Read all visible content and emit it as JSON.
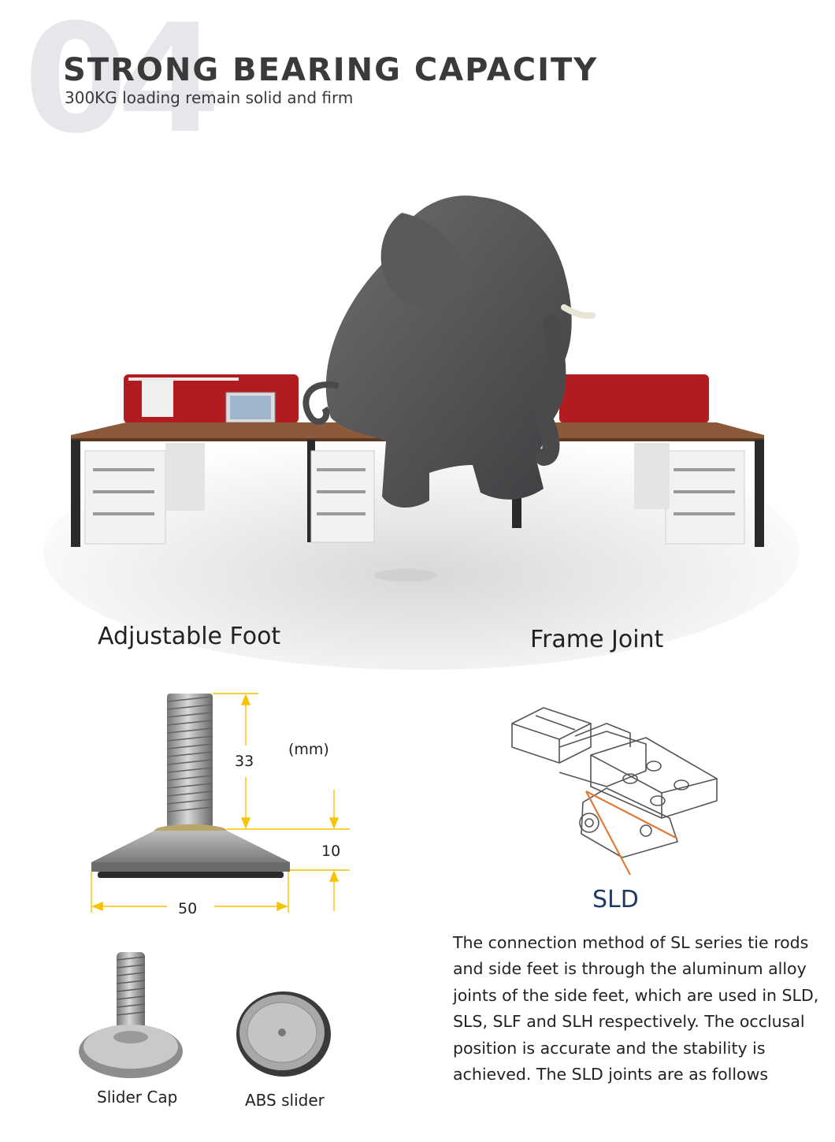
{
  "header": {
    "number": "04",
    "title": "STRONG BEARING CAPACITY",
    "subtitle": "300KG loading remain solid and firm"
  },
  "sections": {
    "foot_title": "Adjustable Foot",
    "joint_title": "Frame Joint"
  },
  "dimensions": {
    "height": "33",
    "unit": "(mm)",
    "base": "10",
    "width": "50"
  },
  "parts": {
    "slider_cap": "Slider Cap",
    "abs_slider": "ABS slider"
  },
  "joint": {
    "label": "SLD",
    "description": "The connection method of SL series tie rods and side feet is through the aluminum alloy joints of the side feet, which are used in SLD, SLS, SLF and SLH respectively. The occlusal position is accurate and the stability is achieved. The SLD joints are as follows"
  },
  "colors": {
    "accent_yellow": "#f5c400",
    "panel_red": "#b01c20",
    "sld_blue": "#1f3b63",
    "joint_orange": "#e07a38"
  }
}
